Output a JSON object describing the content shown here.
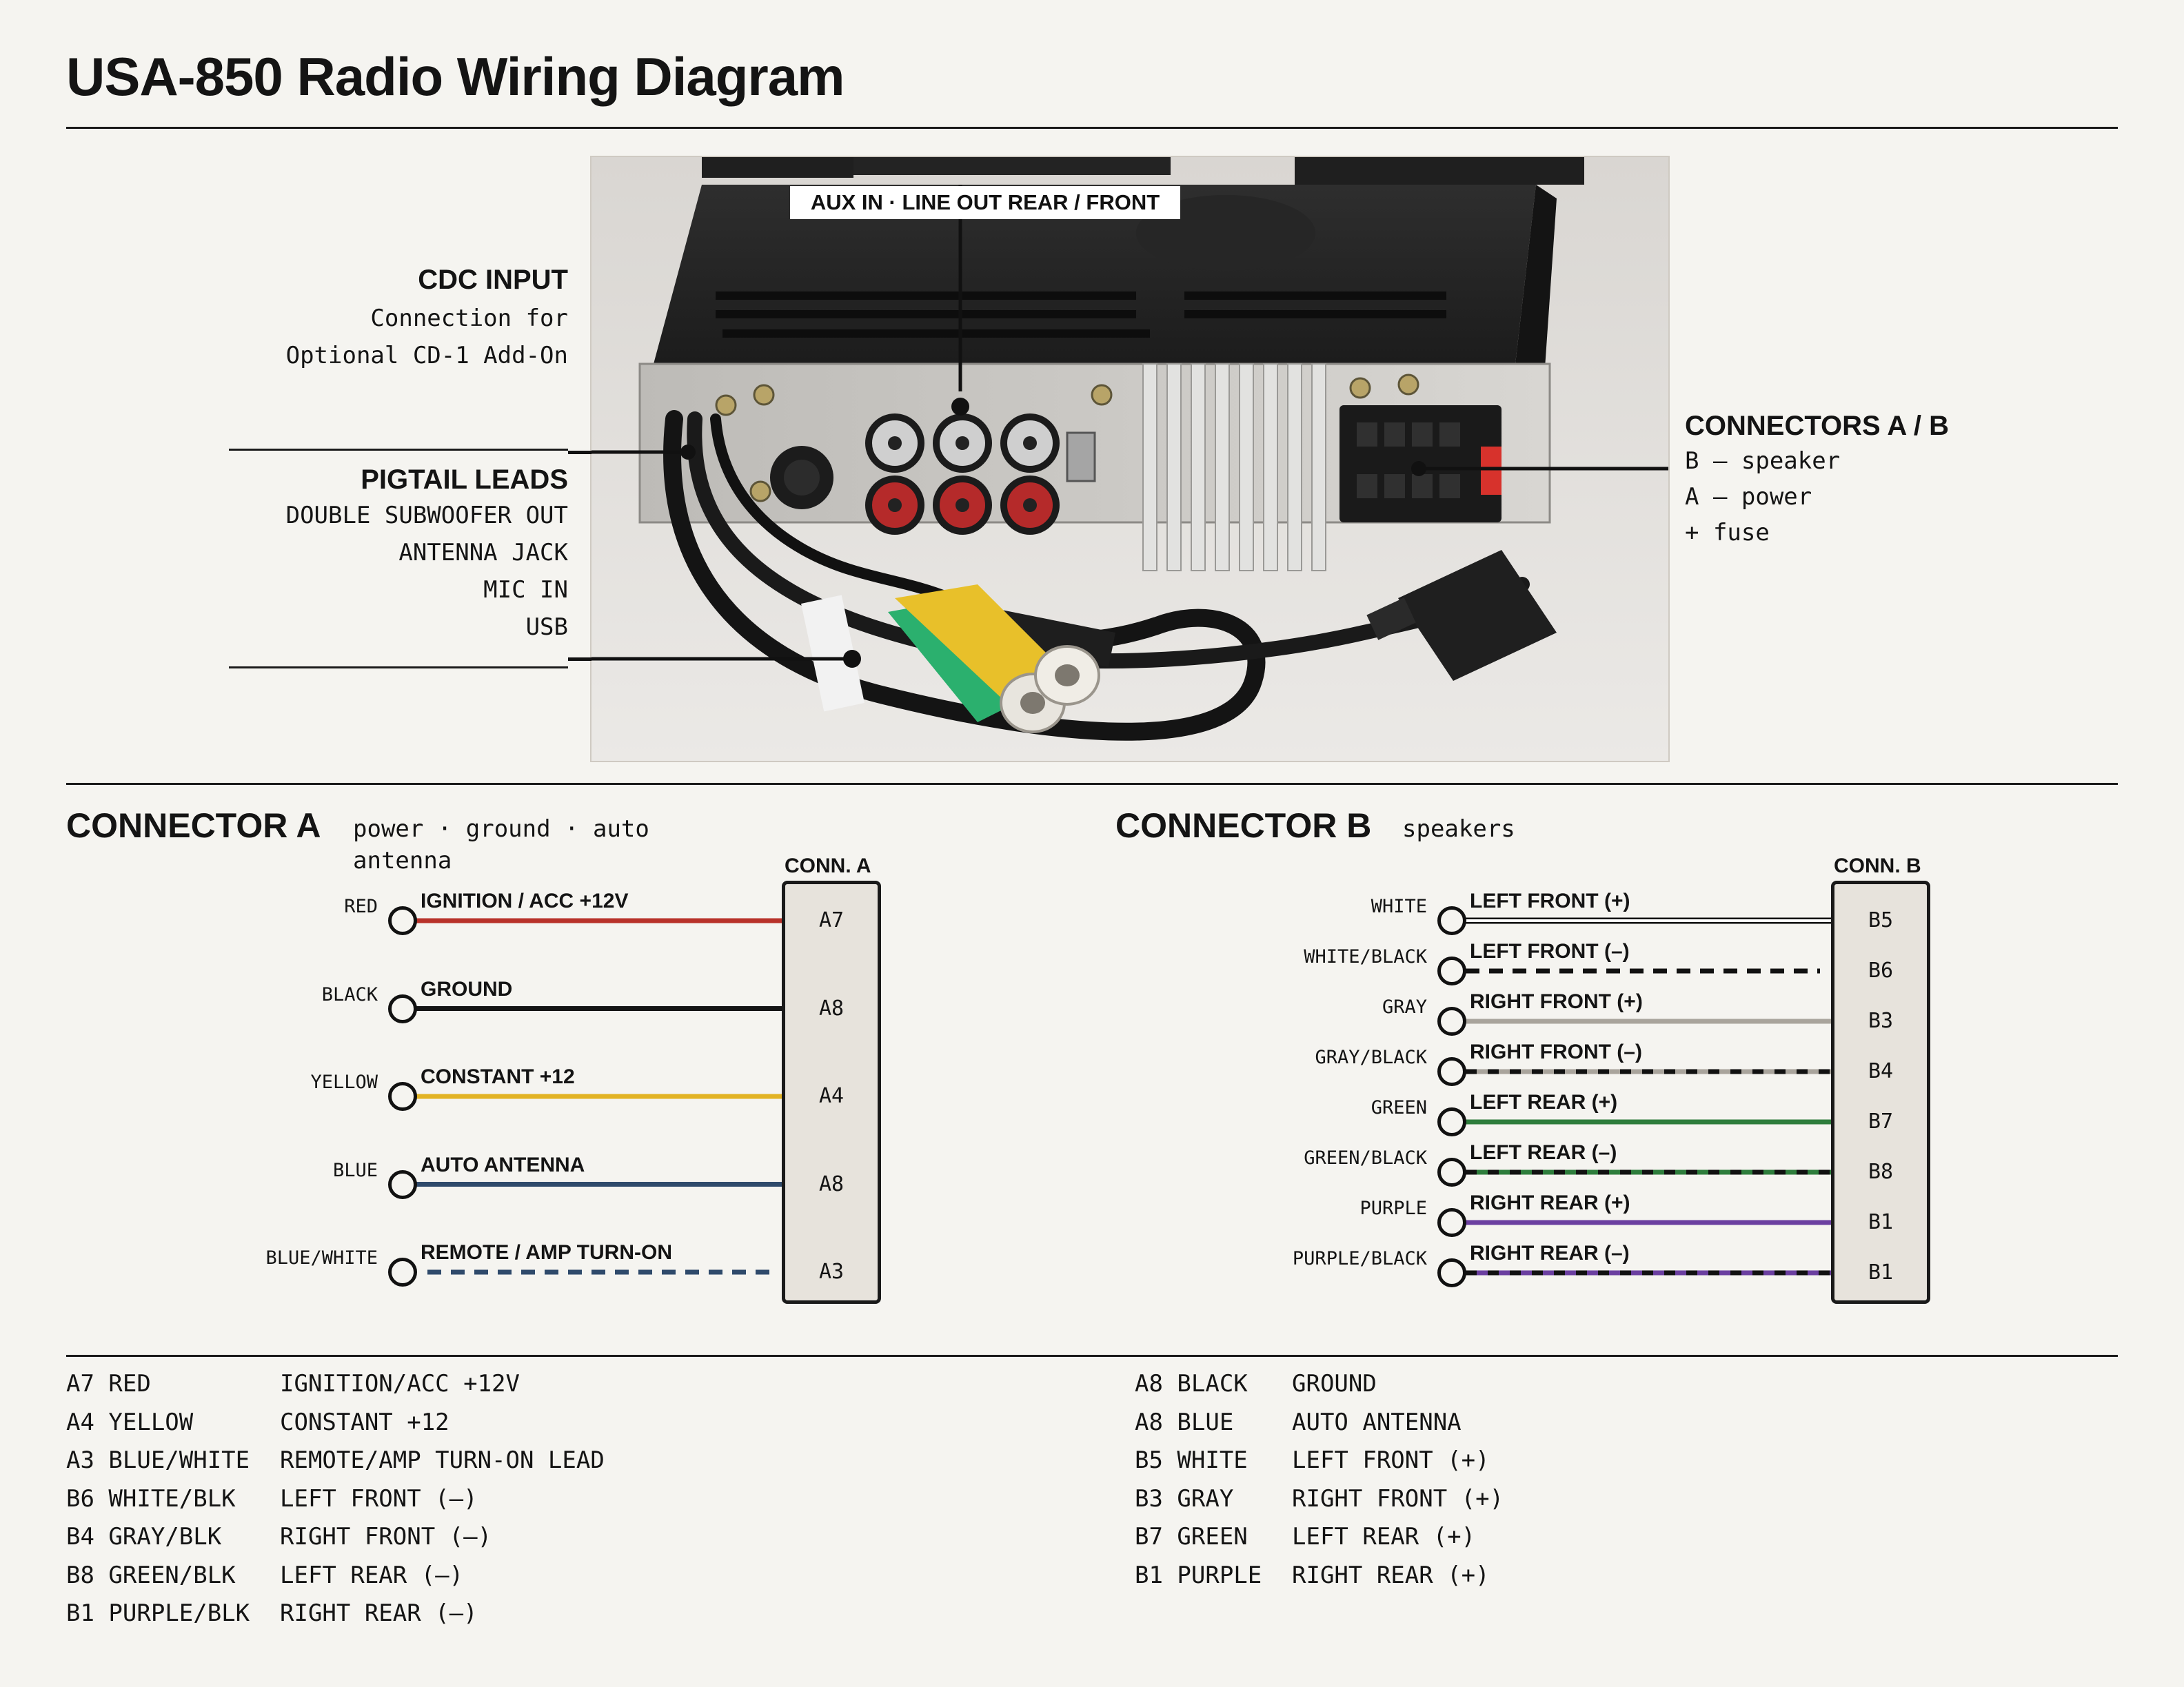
{
  "title": "USA-850 Radio Wiring Diagram",
  "photo": {
    "label_top": "AUX IN · LINE OUT REAR / FRONT"
  },
  "callouts": {
    "cdc": {
      "title": "CDC INPUT",
      "lines": [
        "Connection for",
        "Optional CD-1 Add-On"
      ]
    },
    "pigtail": {
      "title": "PIGTAIL LEADS",
      "lines": [
        "DOUBLE SUBWOOFER OUT",
        "ANTENNA JACK",
        "MIC IN",
        "USB"
      ]
    },
    "connectors": {
      "title": "CONNECTORS A / B",
      "lines": [
        "B — speaker",
        "A — power",
        "+ fuse"
      ]
    }
  },
  "connector_a": {
    "title": "CONNECTOR A",
    "subtitle": "power · ground · auto antenna",
    "box_label": "CONN. A",
    "wires": [
      {
        "color_name": "RED",
        "function": "IGNITION / ACC +12V",
        "pin": "A7",
        "stroke": "#b8322a",
        "stripe": null
      },
      {
        "color_name": "BLACK",
        "function": "GROUND",
        "pin": "A8",
        "stroke": "#151515",
        "stripe": null
      },
      {
        "color_name": "YELLOW",
        "function": "CONSTANT +12",
        "pin": "A4",
        "stroke": "#e2b324",
        "stripe": null
      },
      {
        "color_name": "BLUE",
        "function": "AUTO ANTENNA",
        "pin": "A8",
        "stroke": "#2f4a6b",
        "stripe": null
      },
      {
        "color_name": "BLUE/WHITE",
        "function": "REMOTE / AMP TURN-ON",
        "pin": "A3",
        "stroke": "#2f4a6b",
        "stripe": "dash"
      }
    ]
  },
  "connector_b": {
    "title": "CONNECTOR B",
    "subtitle": "speakers",
    "box_label": "CONN. B",
    "wires": [
      {
        "color_name": "WHITE",
        "function": "LEFT FRONT (+)",
        "pin": "B5",
        "stroke": "#ffffff",
        "stripe": "outline"
      },
      {
        "color_name": "WHITE/BLACK",
        "function": "LEFT FRONT (–)",
        "pin": "B6",
        "stroke": "#ffffff",
        "stripe": "#111111"
      },
      {
        "color_name": "GRAY",
        "function": "RIGHT FRONT (+)",
        "pin": "B3",
        "stroke": "#a9a49c",
        "stripe": null
      },
      {
        "color_name": "GRAY/BLACK",
        "function": "RIGHT FRONT (–)",
        "pin": "B4",
        "stroke": "#a9a49c",
        "stripe": "#111111"
      },
      {
        "color_name": "GREEN",
        "function": "LEFT REAR (+)",
        "pin": "B7",
        "stroke": "#2e7d3c",
        "stripe": null
      },
      {
        "color_name": "GREEN/BLACK",
        "function": "LEFT REAR (–)",
        "pin": "B8",
        "stroke": "#2e7d3c",
        "stripe": "#111111"
      },
      {
        "color_name": "PURPLE",
        "function": "RIGHT REAR (+)",
        "pin": "B1",
        "stroke": "#6b3fa0",
        "stripe": null
      },
      {
        "color_name": "PURPLE/BLACK",
        "function": "RIGHT REAR (–)",
        "pin": "B1",
        "stroke": "#6b3fa0",
        "stripe": "#111111"
      }
    ]
  },
  "legend": {
    "left": [
      {
        "code": "A7 RED",
        "desc": "IGNITION/ACC +12V"
      },
      {
        "code": "A4 YELLOW",
        "desc": "CONSTANT +12"
      },
      {
        "code": "A3 BLUE/WHITE",
        "desc": "REMOTE/AMP TURN-ON LEAD"
      },
      {
        "code": "B6 WHITE/BLK",
        "desc": "LEFT FRONT (–)"
      },
      {
        "code": "B4 GRAY/BLK",
        "desc": "RIGHT FRONT (–)"
      },
      {
        "code": "B8 GREEN/BLK",
        "desc": "LEFT REAR (–)"
      },
      {
        "code": "B1 PURPLE/BLK",
        "desc": "RIGHT REAR (–)"
      }
    ],
    "right": [
      {
        "code": "A8 BLACK",
        "desc": "GROUND"
      },
      {
        "code": "A8 BLUE",
        "desc": "AUTO ANTENNA"
      },
      {
        "code": "B5 WHITE",
        "desc": "LEFT FRONT (+)"
      },
      {
        "code": "B3 GRAY",
        "desc": "RIGHT FRONT (+)"
      },
      {
        "code": "B7 GREEN",
        "desc": "LEFT REAR (+)"
      },
      {
        "code": "B1 PURPLE",
        "desc": "RIGHT REAR (+)"
      }
    ]
  }
}
